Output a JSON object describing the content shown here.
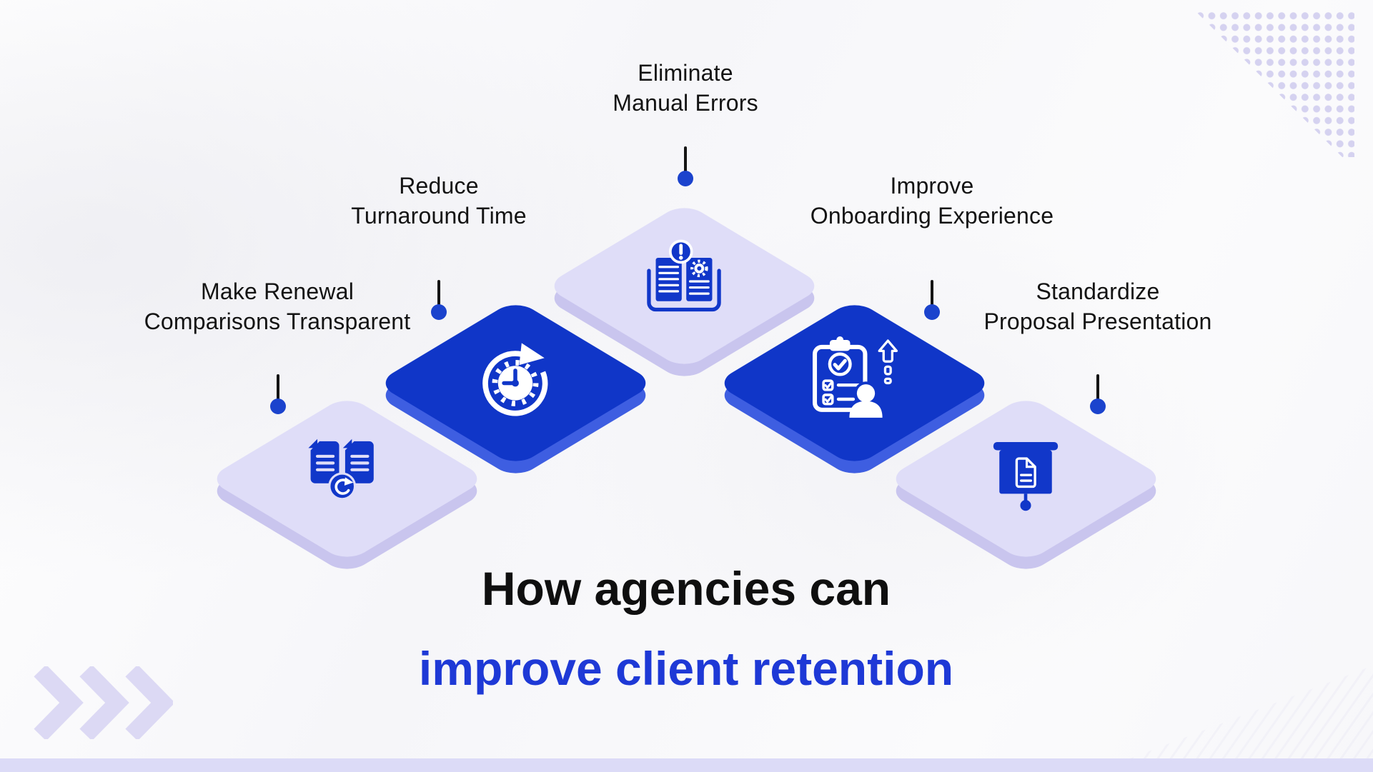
{
  "title": {
    "line1": "How agencies can",
    "line2": "improve client retention",
    "line1_color": "#0f0f0f",
    "line2_color": "#1e39d6"
  },
  "items": [
    {
      "label": "Make Renewal\nComparisons Transparent",
      "tile_style": "light",
      "icon": "documents-sync-icon"
    },
    {
      "label": "Reduce\nTurnaround Time",
      "tile_style": "blue",
      "icon": "clock-turnaround-icon"
    },
    {
      "label": "Eliminate\nManual Errors",
      "tile_style": "light",
      "icon": "book-error-gear-icon"
    },
    {
      "label": "Improve\nOnboarding Experience",
      "tile_style": "blue",
      "icon": "clipboard-onboarding-icon"
    },
    {
      "label": "Standardize\nProposal Presentation",
      "tile_style": "light",
      "icon": "presentation-board-icon"
    }
  ],
  "colors": {
    "primary_blue": "#1036c8",
    "tile_blue_side": "#3e5ee1",
    "tile_light": "#dfddf8",
    "tile_light_side": "#c9c5ee",
    "pin_dot": "#1b43cd",
    "dot_pattern": "#d5d2f0",
    "chevron": "#dcd9f4",
    "bottom_bar": "#dcdbf7"
  }
}
